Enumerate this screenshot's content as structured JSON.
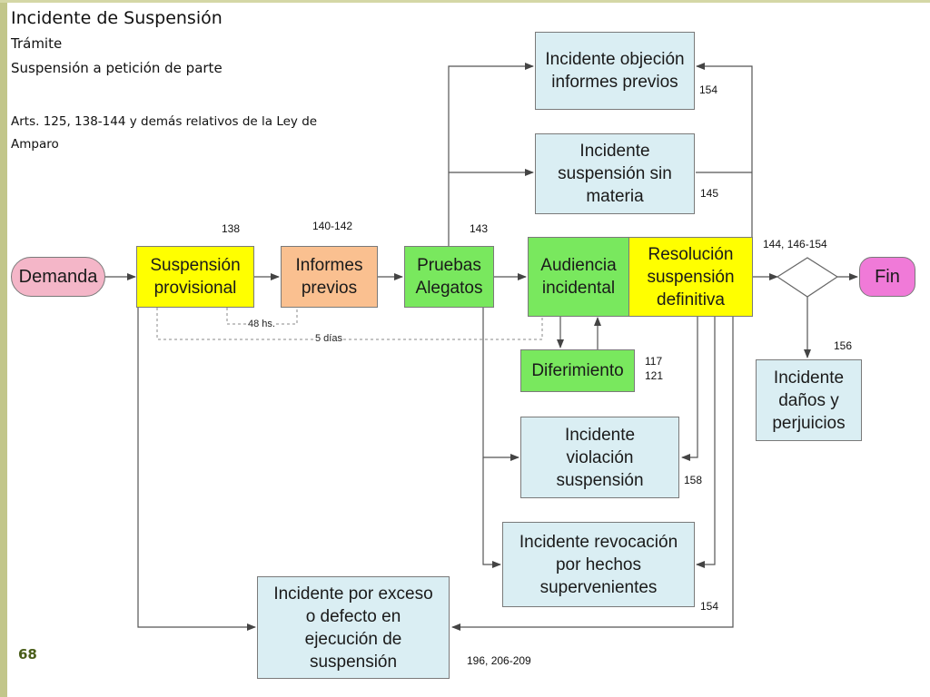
{
  "header": {
    "title": "Incidente de Suspensión",
    "subtitle1": "Trámite",
    "subtitle2": "Suspensión a petición de parte",
    "arts": "Arts. 125, 138-144 y demás relativos de la Ley de\nAmparo"
  },
  "page_number": "68",
  "nodes": {
    "demanda": "Demanda",
    "suspension_provisional": "Suspensión\nprovisional",
    "informes_previos": "Informes\nprevios",
    "pruebas_alegatos": "Pruebas\nAlegatos",
    "audiencia_incidental": "Audiencia\nincidental",
    "resolucion": "Resolución\nsuspensión\ndefinitiva",
    "fin": "Fin",
    "diferimiento": "Diferimiento",
    "incidente_objecion": "Incidente objeción\ninformes previos",
    "incidente_sin_materia": "Incidente\nsuspensión sin\nmateria",
    "incidente_danos": "Incidente\ndaños y\nperjuicios",
    "incidente_violacion": "Incidente\nviolación\nsuspensión",
    "incidente_revocacion": "Incidente revocación\npor hechos\nsupervenientes",
    "incidente_exceso": "Incidente por exceso\no defecto en\nejecución de\nsuspensión"
  },
  "refs": {
    "r138": "138",
    "r140_142": "140-142",
    "r143": "143",
    "r154_top": "154",
    "r145": "145",
    "r144_146_154": "144, 146-154",
    "r156": "156",
    "r117_121": "117\n121",
    "r158": "158",
    "r154_bottom": "154",
    "r196_206_209": "196, 206-209"
  },
  "timing": {
    "hs48": "48 hs.",
    "dias5": "5 días"
  }
}
